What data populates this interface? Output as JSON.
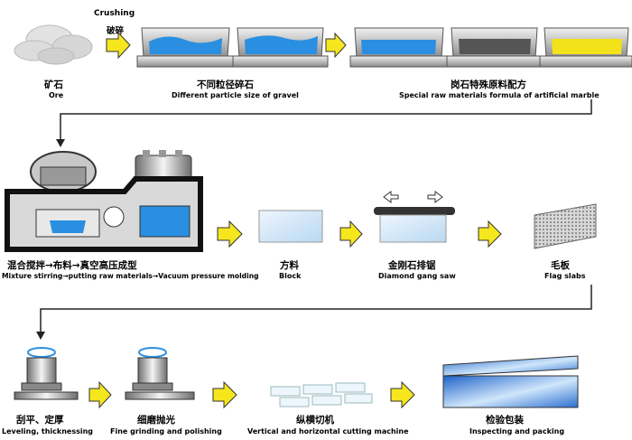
{
  "crushing_label_en": "Crushing",
  "crushing_label_cn": "破碎",
  "row1": {
    "ore": {
      "cn": "矿石",
      "en": "Ore"
    },
    "gravel": {
      "cn": "不同粒径碎石",
      "en": "Different particle size of gravel"
    },
    "formula": {
      "cn": "岗石特殊原料配方",
      "en": "Special raw materials formula of artificial marble"
    }
  },
  "row2": {
    "mixing": {
      "cn": "混合搅拌→布料→真空高压成型",
      "en": "Mixture stirring→putting raw materials→Vacuum pressure molding"
    },
    "block": {
      "cn": "方料",
      "en": "Block"
    },
    "saw": {
      "cn": "金刚石排锯",
      "en": "Diamond gang saw"
    },
    "flag": {
      "cn": "毛板",
      "en": "Flag slabs"
    }
  },
  "row3": {
    "leveling": {
      "cn": "刮平、定厚",
      "en": "Leveling, thicknessing"
    },
    "polishing": {
      "cn": "细磨抛光",
      "en": "Fine grinding and polishing"
    },
    "cutting": {
      "cn": "纵横切机",
      "en": "Vertical and horizontal cutting machine"
    },
    "packing": {
      "cn": "检验包装",
      "en": "Inspecting and packing"
    }
  },
  "colors": {
    "arrow": "#f5e61e",
    "water": "#2a8fe0",
    "gravel_dark": "#555555",
    "yellow": "#f2e21a",
    "steel": "#8a8a8a"
  }
}
